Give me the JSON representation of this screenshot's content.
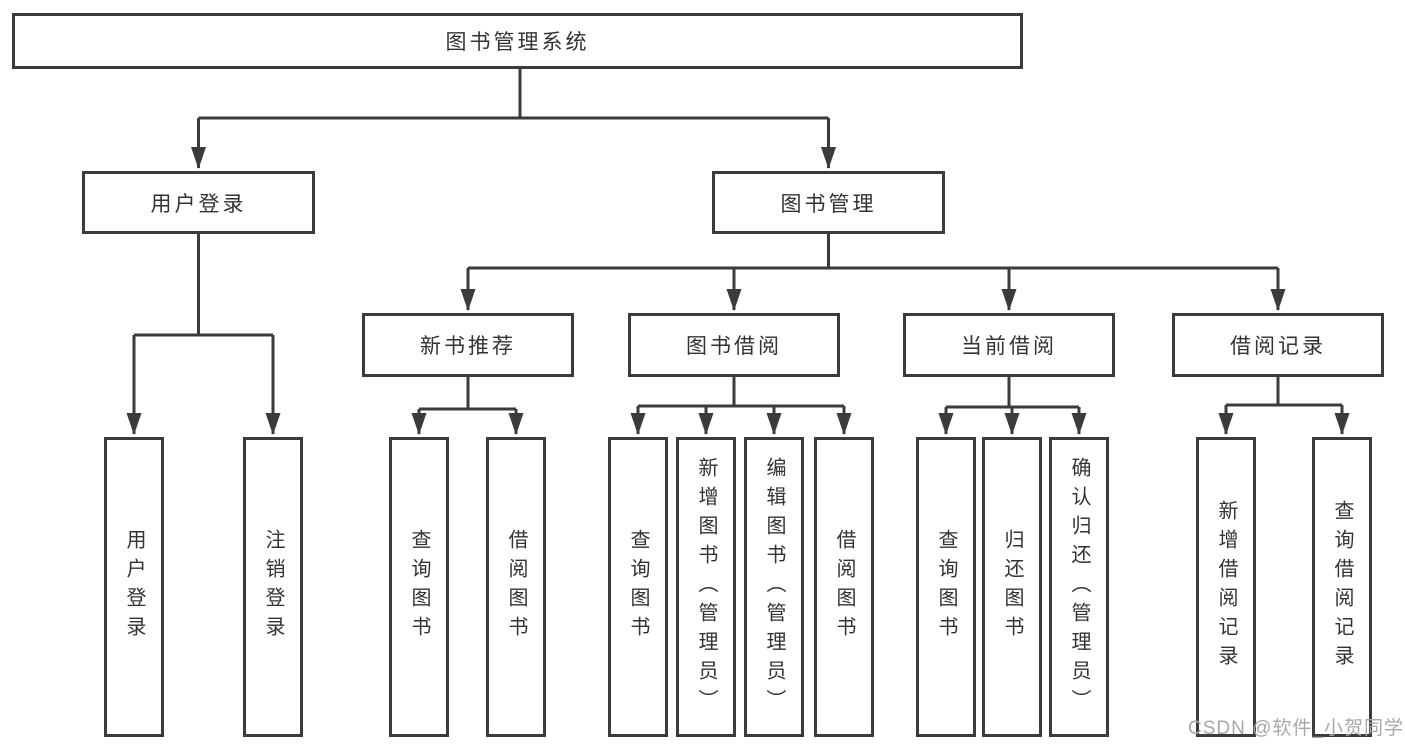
{
  "diagram": {
    "title": "图书管理系统",
    "branches": [
      {
        "label": "用户登录",
        "children": [
          {
            "label": "用户登录"
          },
          {
            "label": "注销登录"
          }
        ]
      },
      {
        "label": "图书管理",
        "children": [
          {
            "label": "新书推荐",
            "children": [
              {
                "label": "查询图书"
              },
              {
                "label": "借阅图书"
              }
            ]
          },
          {
            "label": "图书借阅",
            "children": [
              {
                "label": "查询图书"
              },
              {
                "label": "新增图书（管理员）"
              },
              {
                "label": "编辑图书（管理员）"
              },
              {
                "label": "借阅图书"
              }
            ]
          },
          {
            "label": "当前借阅",
            "children": [
              {
                "label": "查询图书"
              },
              {
                "label": "归还图书"
              },
              {
                "label": "确认归还（管理员）"
              }
            ]
          },
          {
            "label": "借阅记录",
            "children": [
              {
                "label": "新增借阅记录"
              },
              {
                "label": "查询借阅记录"
              }
            ]
          }
        ]
      }
    ]
  },
  "watermark": "CSDN @软件_小贺同学",
  "colors": {
    "line": "#3b3b3b",
    "text": "#333333",
    "background": "#ffffff",
    "watermark": "#a8a8a8"
  }
}
